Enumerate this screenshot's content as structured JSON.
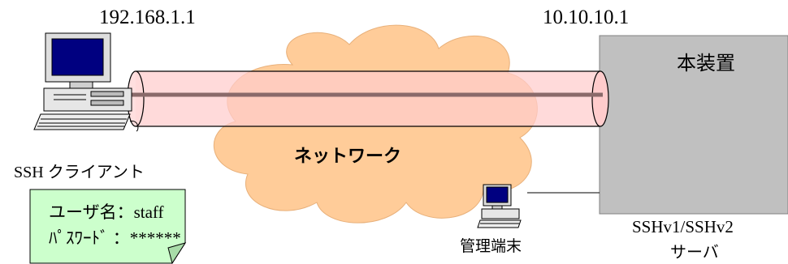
{
  "labels": {
    "client_ip": "192.168.1.1",
    "server_ip": "10.10.10.1",
    "device": "本装置",
    "network": "ネットワーク",
    "client": "SSH クライアント",
    "terminal": "管理端末",
    "server_line1": "SSHv1/SSHv2",
    "server_line2": "サーバ"
  },
  "note": {
    "username_line": "ユーザ名：staff",
    "password_line": "ﾊﾟｽﾜｰﾄﾞ  ：******"
  },
  "colors": {
    "device_fill": "#c0c0c0",
    "cloud_fill": "#ffcc99",
    "tunnel_fill": "#ffcccc",
    "tunnel_line": "#8a6a6a",
    "note_fill": "#ccffcc",
    "screen_fill": "#000080"
  },
  "icons": {
    "client_pc": "desktop-computer-icon",
    "terminal_pc": "desktop-computer-icon"
  }
}
